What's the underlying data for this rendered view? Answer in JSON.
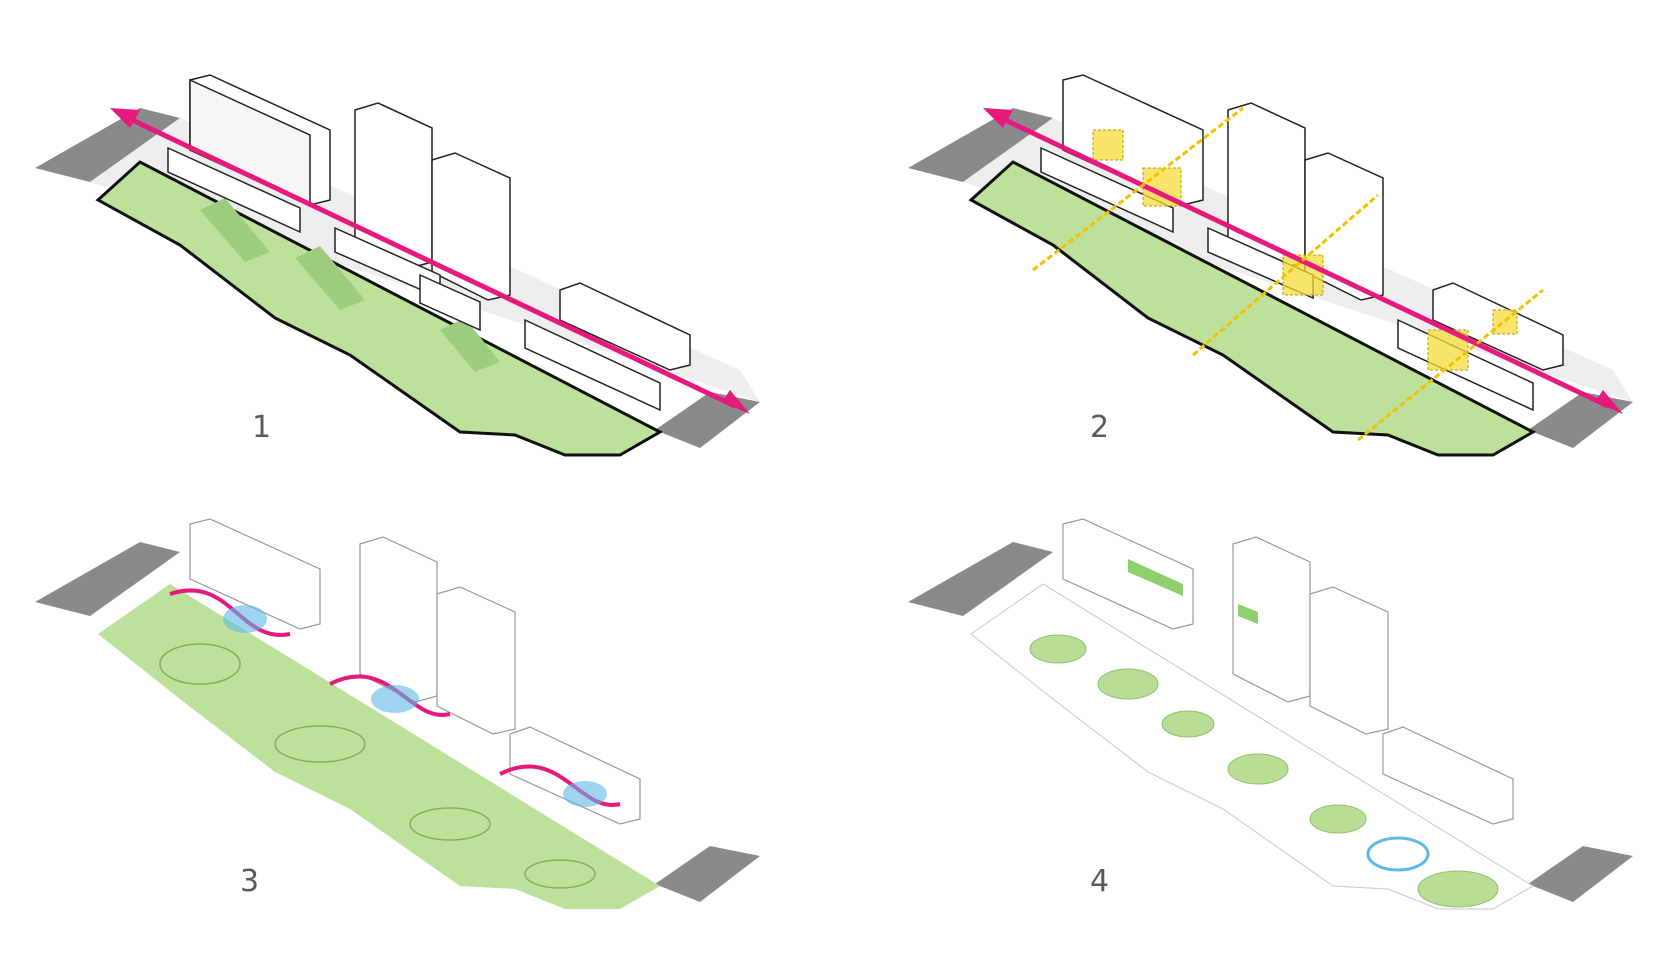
{
  "panels": [
    {
      "label": "1"
    },
    {
      "label": "2"
    },
    {
      "label": "3"
    },
    {
      "label": "4"
    }
  ],
  "colors": {
    "green": "#b9dd95",
    "green_dark": "#8fbf6e",
    "magenta": "#e6197d",
    "yellow": "#f7dc3a",
    "blue": "#5fb8e8",
    "road": "#7a7a7a",
    "road_light": "#d9d9d9"
  }
}
